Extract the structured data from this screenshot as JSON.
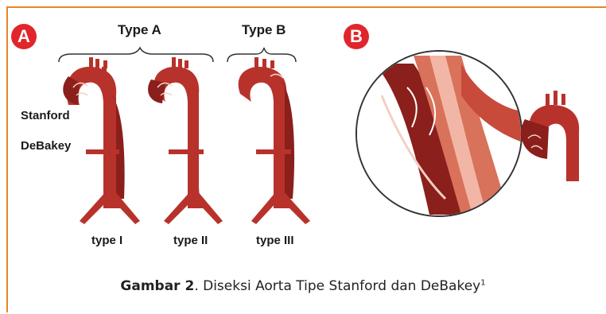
{
  "panel_a": {
    "badge": "A",
    "group_type_a": "Type A",
    "group_type_b": "Type B",
    "row_label_stanford": "Stanford",
    "row_label_debakey": "DeBakey",
    "type_labels": [
      "type I",
      "type II",
      "type III"
    ]
  },
  "panel_b": {
    "badge": "B"
  },
  "caption": {
    "bold": "Gambar 2",
    "text": ". Diseksi Aorta Tipe Stanford dan DeBakey",
    "superscript": "1"
  },
  "colors": {
    "frame": "#e8862a",
    "badge": "#e0262b",
    "aorta": "#b8322c",
    "aorta_dark": "#8a1f1c",
    "lumen": "#f2b6a6"
  }
}
